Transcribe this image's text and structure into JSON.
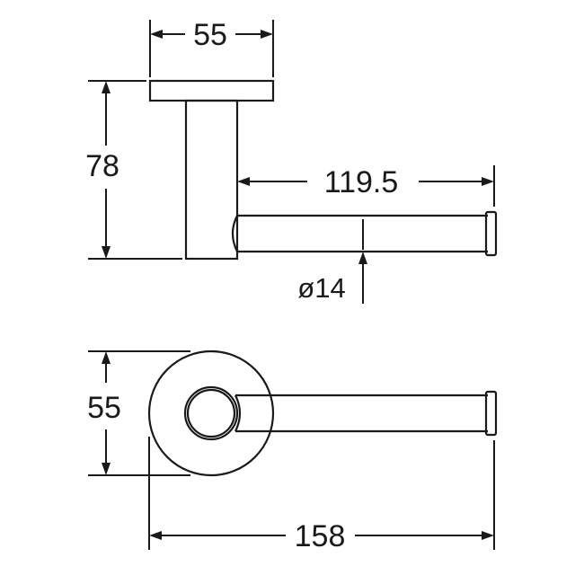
{
  "dimensions": {
    "base_width": "55",
    "height": "78",
    "arm_length": "119.5",
    "diameter": "ø14",
    "plate_diameter": "55",
    "overall_length": "158"
  }
}
